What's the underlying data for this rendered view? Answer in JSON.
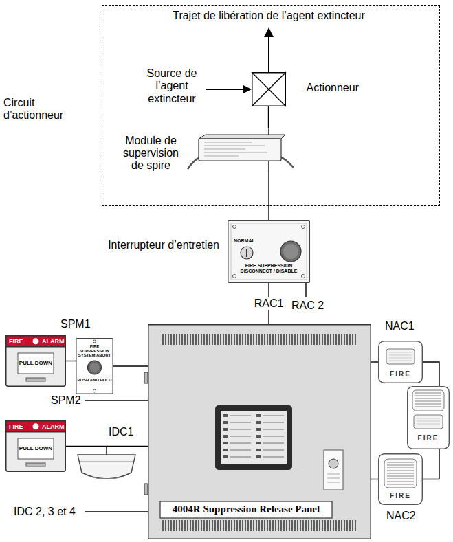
{
  "diagram": {
    "nodes": [
      {
        "text": [
          "Circuit d’actionneur"
        ]
      },
      {
        "text": [
          "Actionneur"
        ],
        "in": 0
      },
      {
        "text": [
          "Module de supervision de spire"
        ],
        "in": 0
      },
      {
        "text": [
          "Interrupteur d’entretien",
          "NORMAL",
          "FIRE SUPPRESSION DISCONNECT / DISABLE"
        ]
      },
      {
        "text": [
          "FIRE",
          "ALARM",
          "PULL DOWN"
        ]
      },
      {
        "text": [
          "FIRE SUPPRESSION SYSTEM ABORT",
          "PUSH AND HOLD"
        ]
      },
      {
        "text": [
          "4004R Suppression Release Panel"
        ]
      },
      {
        "text": [
          "FIRE",
          "ALARM",
          "PULL DOWN"
        ]
      },
      {
        "text": [
          "FIRE"
        ]
      },
      {
        "text": [
          "FIRE"
        ]
      },
      {
        "text": [
          "FIRE"
        ]
      }
    ],
    "edges": [
      {
        "from": 1,
        "to": 2,
        "arrow": "none"
      },
      {
        "from": 3,
        "to": 2,
        "arrow": "none"
      },
      {
        "from": 6,
        "to": 3,
        "label": "RAC1",
        "arrow": "none"
      },
      {
        "from": 4,
        "to": 5,
        "arrow": "none"
      },
      {
        "from": 5,
        "to": 6,
        "arrow": "none"
      },
      {
        "from": 7,
        "to": 6,
        "arrow": "none"
      },
      {
        "from": 6,
        "to": 8,
        "arrow": "none"
      },
      {
        "from": 8,
        "to": 10,
        "arrow": "none"
      },
      {
        "from": 6,
        "to": 9,
        "arrow": "none"
      },
      {
        "from": 9,
        "to": 10,
        "arrow": "none"
      }
    ],
    "labels": [
      "Trajet de libération de l’agent extincteur",
      "Source de l’agent extincteur",
      "RAC 2",
      "SPM1",
      "SPM2",
      "IDC1",
      "IDC 2, 3 et 4",
      "NAC1",
      "NAC2"
    ]
  }
}
